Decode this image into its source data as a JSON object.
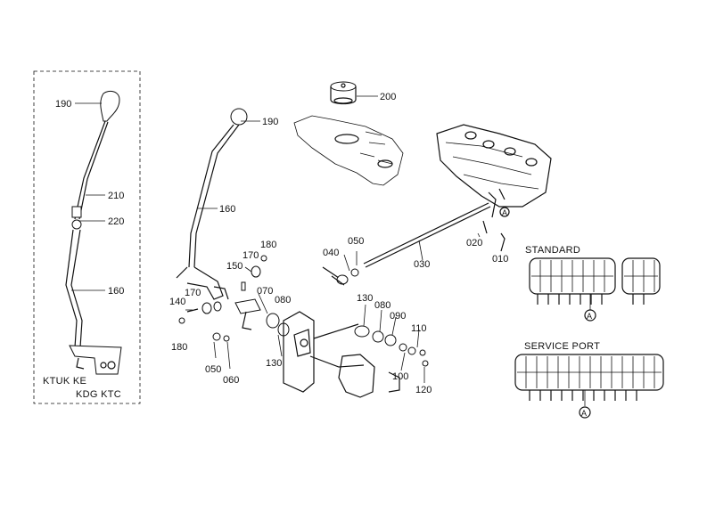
{
  "diagram": {
    "inset": {
      "labels": [
        "190",
        "210",
        "220",
        "160"
      ],
      "models": [
        "KTUK KE",
        "KDG KTC"
      ]
    },
    "main_labels": [
      "200",
      "190",
      "160",
      "180",
      "170",
      "150",
      "070",
      "080",
      "170",
      "140",
      "180",
      "050",
      "060",
      "130",
      "040",
      "050",
      "030",
      "020",
      "010",
      "130",
      "080",
      "090",
      "110",
      "100",
      "120"
    ],
    "valve": {
      "standard_label": "STANDARD",
      "service_port_label": "SERVICE PORT",
      "marker": "A"
    }
  }
}
